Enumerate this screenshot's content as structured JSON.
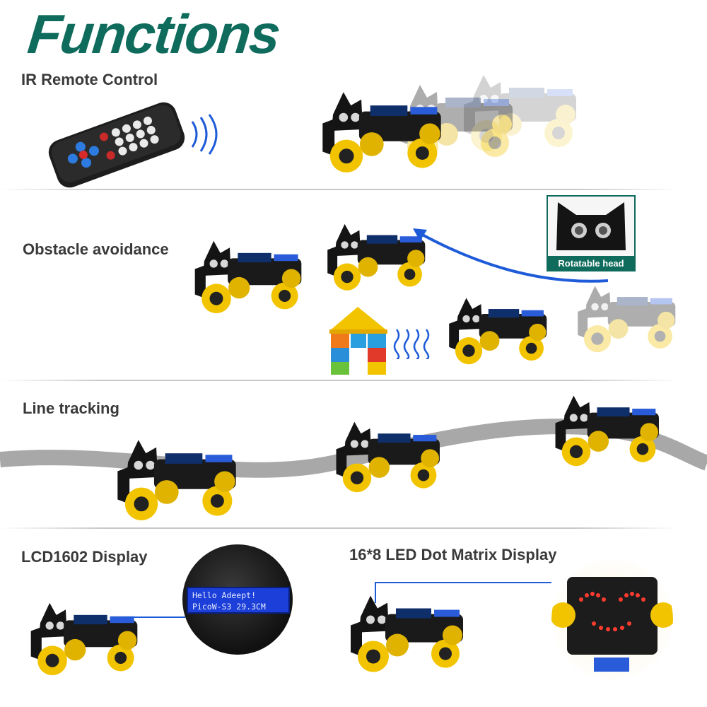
{
  "title": "Functions",
  "sections": {
    "ir": {
      "label": "IR Remote Control"
    },
    "obstacle": {
      "label": "Obstacle avoidance",
      "callout": "Rotatable head"
    },
    "line": {
      "label": "Line tracking"
    },
    "lcd": {
      "label": "LCD1602 Display",
      "screen_line1": "Hello Adeept!",
      "screen_line2": "PicoW-S3 29.3CM"
    },
    "matrix": {
      "label": "16*8 LED Dot Matrix Display"
    }
  },
  "colors": {
    "brand": "#0f6b5c",
    "wheel": "#f2c400",
    "accent_blue": "#1e5bd8",
    "lcd_blue": "#1b3fd8",
    "led_red": "#ff3b2f"
  },
  "icons": [
    "remote-control-icon",
    "signal-waves-icon",
    "robot-car-icon",
    "arrow-curve-icon",
    "building-blocks-icon",
    "ultrasonic-waves-icon"
  ]
}
